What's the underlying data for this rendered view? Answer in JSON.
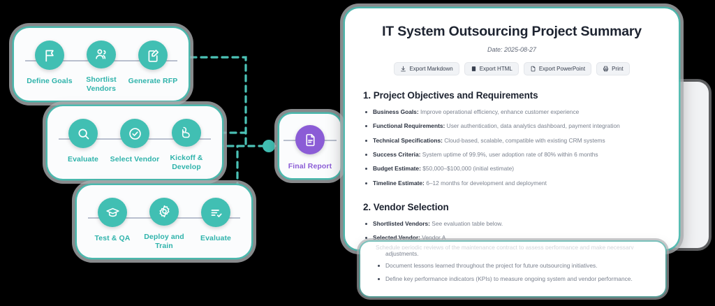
{
  "flow": {
    "cards": [
      {
        "id": "card-1",
        "steps": [
          {
            "label": "Define Goals",
            "icon": "flag-icon"
          },
          {
            "label": "Shortlist Vendors",
            "icon": "users-icon"
          },
          {
            "label": "Generate RFP",
            "icon": "document-edit-icon"
          }
        ]
      },
      {
        "id": "card-2",
        "steps": [
          {
            "label": "Evaluate",
            "icon": "search-icon"
          },
          {
            "label": "Select Vendor",
            "icon": "check-circle-icon"
          },
          {
            "label": "Kickoff & Develop",
            "icon": "muscle-icon"
          }
        ]
      },
      {
        "id": "card-3",
        "steps": [
          {
            "label": "Test & QA",
            "icon": "graduation-cap-icon"
          },
          {
            "label": "Deploy and Train",
            "icon": "gear-icon"
          },
          {
            "label": "Evaluate",
            "icon": "list-check-icon"
          }
        ]
      }
    ],
    "final_node": {
      "label": "Final Report",
      "icon": "report-document-icon"
    },
    "colors": {
      "node_teal": "#41bfb3",
      "label_teal": "#2fb3ab",
      "node_purple": "#8b5cd6",
      "rail_gray": "#b9bfce",
      "connector_teal": "#4cc3b7"
    }
  },
  "document": {
    "title": "IT System Outsourcing Project Summary",
    "date": "Date: 2025-08-27",
    "buttons": [
      {
        "label": "Export Markdown",
        "icon": "download-icon"
      },
      {
        "label": "Export HTML",
        "icon": "code-file-icon"
      },
      {
        "label": "Export PowerPoint",
        "icon": "slides-file-icon"
      },
      {
        "label": "Print",
        "icon": "printer-icon"
      }
    ],
    "section1": {
      "heading": "1. Project Objectives and Requirements",
      "bullets": [
        {
          "term": "Business Goals:",
          "text": "Improve operational efficiency, enhance customer experience"
        },
        {
          "term": "Functional Requirements:",
          "text": "User authentication, data analytics dashboard, payment integration"
        },
        {
          "term": "Technical Specifications:",
          "text": "Cloud-based, scalable, compatible with existing CRM systems"
        },
        {
          "term": "Success Criteria:",
          "text": "System uptime of 99.9%, user adoption rate of 80% within 6 months"
        },
        {
          "term": "Budget Estimate:",
          "text": "$50,000–$100,000 (initial estimate)"
        },
        {
          "term": "Timeline Estimate:",
          "text": "6–12 months for development and deployment"
        }
      ]
    },
    "section2": {
      "heading": "2. Vendor Selection",
      "bullets": [
        {
          "term": "Shortlisted Vendors:",
          "text": "See evaluation table below."
        },
        {
          "term": "Selected Vendor:",
          "text": "Vendor A"
        }
      ]
    }
  },
  "bottom_card": {
    "clipped_line": "Schedule periodic reviews of the maintenance contract to assess performance and make necessary",
    "continued_word": "adjustments.",
    "bullets": [
      "Document lessons learned throughout the project for future outsourcing initiatives.",
      "Define key performance indicators (KPIs) to measure ongoing system and vendor performance."
    ]
  }
}
